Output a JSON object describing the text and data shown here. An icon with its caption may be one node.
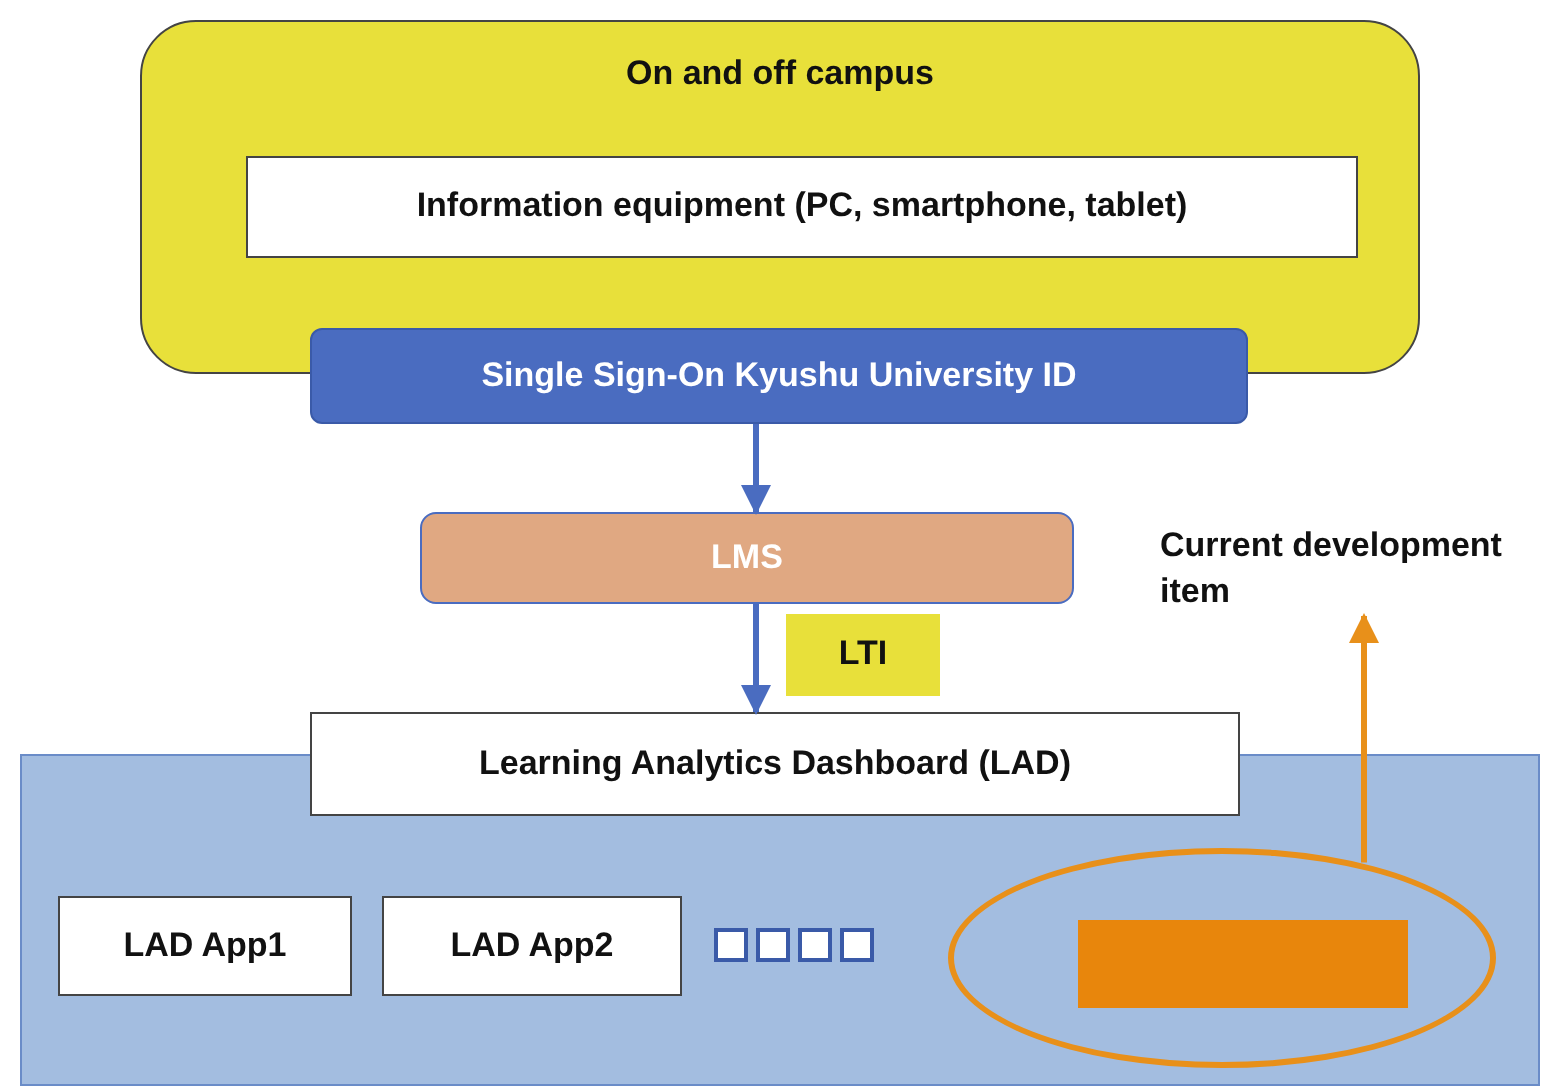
{
  "diagram": {
    "nodes": [
      {
        "text": [
          "On and off campus"
        ]
      },
      {
        "text": [
          "Information equipment (PC, smartphone, tablet)"
        ],
        "in": 0
      },
      {
        "text": [
          "Single Sign-On Kyushu University ID"
        ]
      },
      {
        "text": [
          "LMS"
        ]
      },
      {
        "text": [
          "LTI"
        ]
      },
      {
        "text": [],
        "shape": "box"
      },
      {
        "text": [
          "Learning Analytics Dashboard (LAD)"
        ]
      },
      {
        "text": [
          "LAD App1"
        ],
        "in": 5
      },
      {
        "text": [
          "LAD App2"
        ],
        "in": 5
      },
      {
        "text": [],
        "shape": "ellipse",
        "in": 5
      },
      {
        "text": [],
        "shape": "box",
        "in": 9
      },
      {
        "text": [
          "Current development item"
        ]
      }
    ],
    "edges": [
      {
        "from": 2,
        "to": 3,
        "arrow": "to"
      },
      {
        "from": 3,
        "to": 6,
        "arrow": "to"
      },
      {
        "from": 9,
        "to": 11,
        "arrow": "to",
        "color": "#e8901a"
      }
    ]
  }
}
